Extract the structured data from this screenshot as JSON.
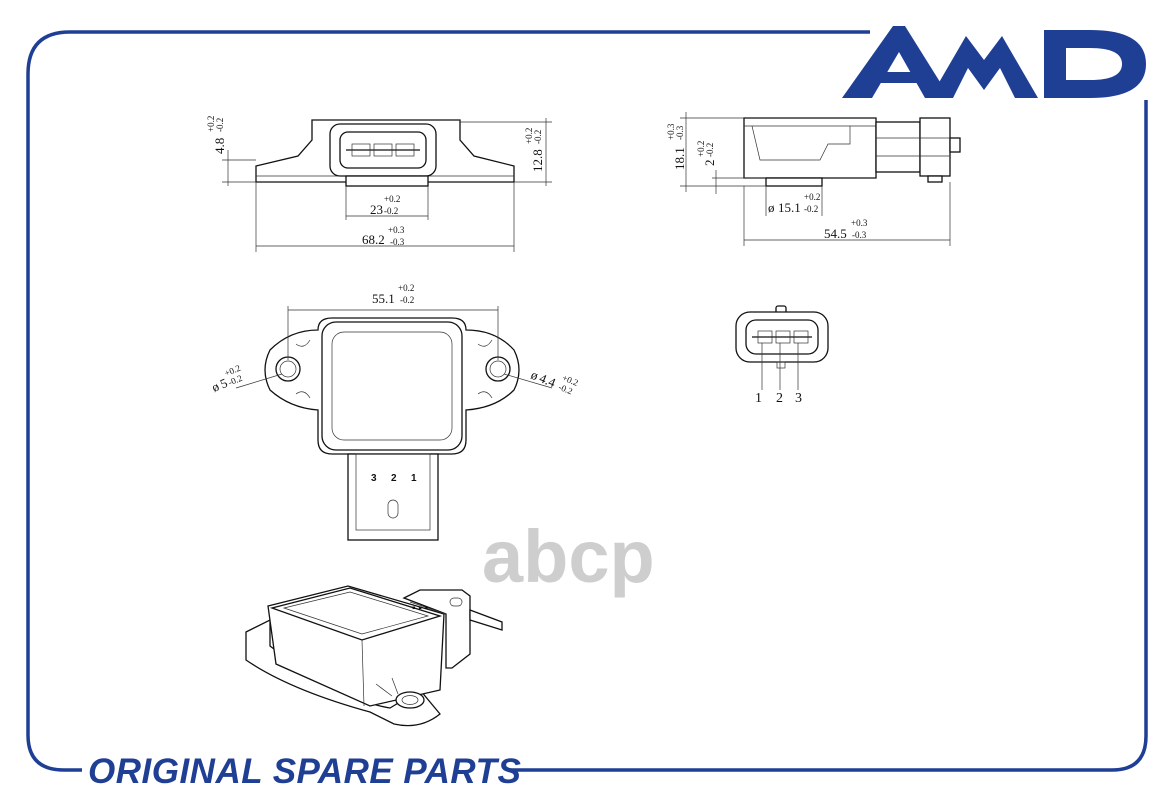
{
  "brand": {
    "logo": "AMD",
    "tagline": "ORIGINAL SPARE PARTS",
    "color": "#1f3f95"
  },
  "watermark": "abcp",
  "views": {
    "front": {
      "total_width": {
        "nominal": "68.2",
        "upper": "+0.3",
        "lower": "-0.3"
      },
      "connector_width": {
        "nominal": "23",
        "upper": "+0.2",
        "lower": "-0.2"
      },
      "flange_height": {
        "nominal": "4.8",
        "upper": "+0.2",
        "lower": "-0.2"
      },
      "body_height": {
        "nominal": "12.8",
        "upper": "+0.2",
        "lower": "-0.2"
      }
    },
    "side": {
      "total_height": {
        "nominal": "18.1",
        "upper": "+0.3",
        "lower": "-0.3"
      },
      "step_height": {
        "nominal": "2",
        "upper": "+0.2",
        "lower": "-0.2"
      },
      "shaft_diameter": {
        "prefix": "ø",
        "nominal": "15.1",
        "upper": "+0.2",
        "lower": "-0.2"
      },
      "total_length": {
        "nominal": "54.5",
        "upper": "+0.3",
        "lower": "-0.3"
      }
    },
    "top": {
      "hole_pitch": {
        "nominal": "55.1",
        "upper": "+0.2",
        "lower": "-0.2"
      },
      "hole_left": {
        "prefix": "ø",
        "nominal": "5",
        "upper": "+0.2",
        "lower": "-0.2"
      },
      "hole_right": {
        "prefix": "ø",
        "nominal": "4.4",
        "upper": "+0.2",
        "lower": "-0.2"
      },
      "pin_labels": [
        "3",
        "2",
        "1"
      ]
    },
    "connector": {
      "pin_labels": [
        "1",
        "2",
        "3"
      ]
    }
  }
}
